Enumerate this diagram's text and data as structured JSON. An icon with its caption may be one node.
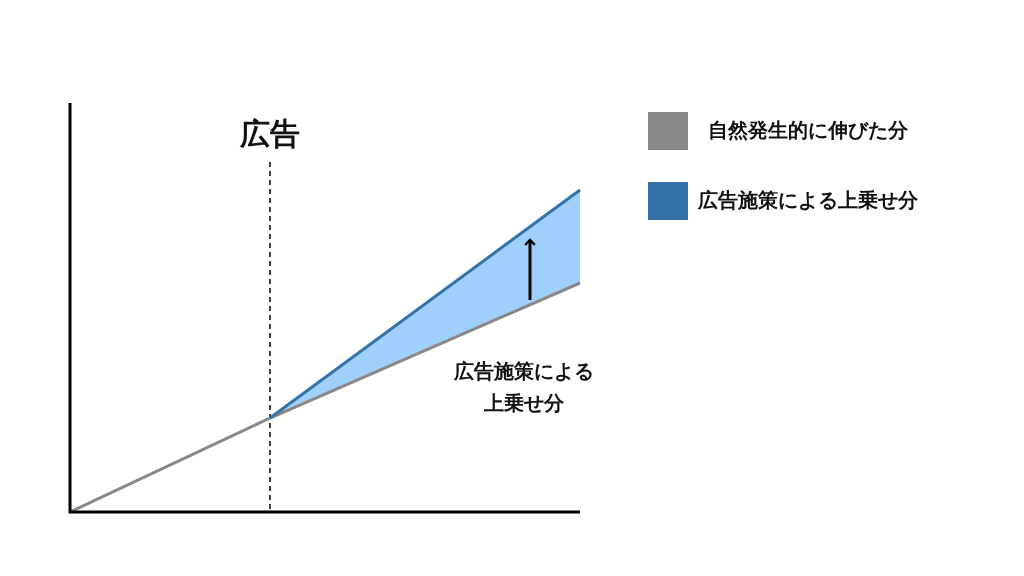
{
  "diagram": {
    "labels": [
      "広告",
      "広告施策による上乗せ分"
    ],
    "legend": [
      {
        "text": "自然発生的に伸びた分",
        "color": "#888888"
      },
      {
        "text": "広告施策による上乗せ分",
        "color": "#3572a8"
      }
    ]
  }
}
